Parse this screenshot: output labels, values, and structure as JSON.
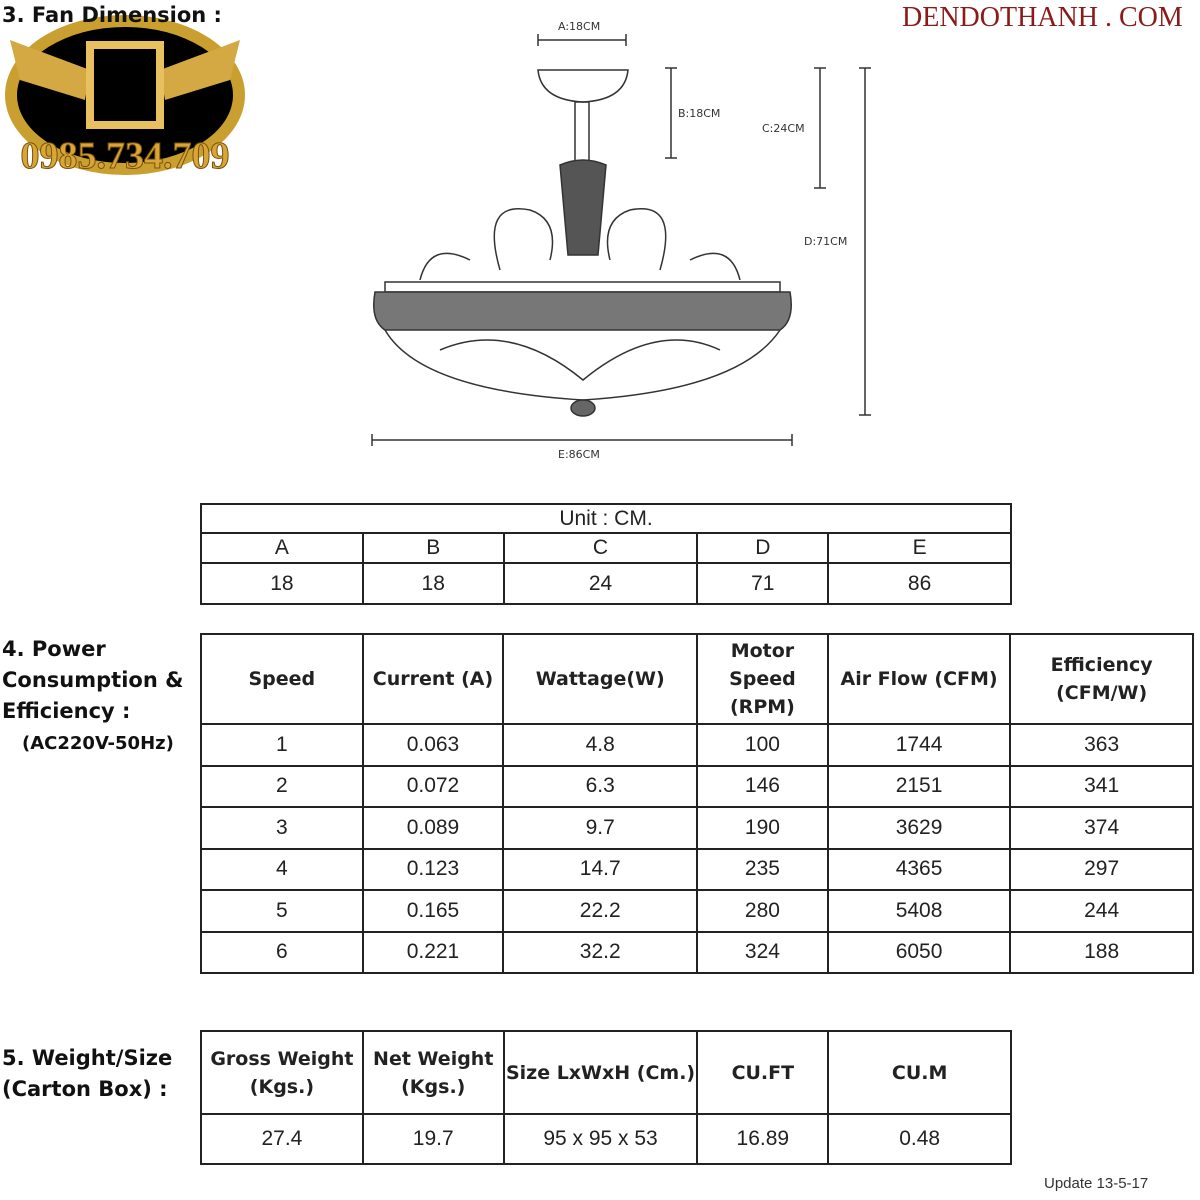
{
  "site_name": "DENDOTHANH . COM",
  "logo": {
    "text": "0985.734.709"
  },
  "section3": {
    "title": "3. Fan Dimension :"
  },
  "dims": {
    "a": "A:18CM",
    "b": "B:18CM",
    "c": "C:24CM",
    "d": "D:71CM",
    "e": "E:86CM"
  },
  "dim_table": {
    "unit": "Unit : CM.",
    "headers": [
      "A",
      "B",
      "C",
      "D",
      "E"
    ],
    "values": [
      "18",
      "18",
      "24",
      "71",
      "86"
    ]
  },
  "section4": {
    "title_lines": [
      "4. Power",
      "Consumption &",
      "Efficiency :"
    ],
    "voltage": "(AC220V-50Hz)"
  },
  "power_table": {
    "headers": [
      "Speed",
      "Current (A)",
      "Wattage(W)",
      "Motor Speed (RPM)",
      "Air Flow (CFM)",
      "Efficiency (CFM/W)"
    ],
    "rows": [
      [
        "1",
        "0.063",
        "4.8",
        "100",
        "1744",
        "363"
      ],
      [
        "2",
        "0.072",
        "6.3",
        "146",
        "2151",
        "341"
      ],
      [
        "3",
        "0.089",
        "9.7",
        "190",
        "3629",
        "374"
      ],
      [
        "4",
        "0.123",
        "14.7",
        "235",
        "4365",
        "297"
      ],
      [
        "5",
        "0.165",
        "22.2",
        "280",
        "5408",
        "244"
      ],
      [
        "6",
        "0.221",
        "32.2",
        "324",
        "6050",
        "188"
      ]
    ]
  },
  "section5": {
    "title_lines": [
      "5. Weight/Size",
      "(Carton Box)  :"
    ]
  },
  "weight_table": {
    "headers": [
      "Gross Weight (Kgs.)",
      "Net Weight (Kgs.)",
      "Size LxWxH (Cm.)",
      "CU.FT",
      "CU.M"
    ],
    "values": [
      "27.4",
      "19.7",
      "95  x 95 x 53",
      "16.89",
      "0.48"
    ]
  },
  "update": "Update  13-5-17"
}
